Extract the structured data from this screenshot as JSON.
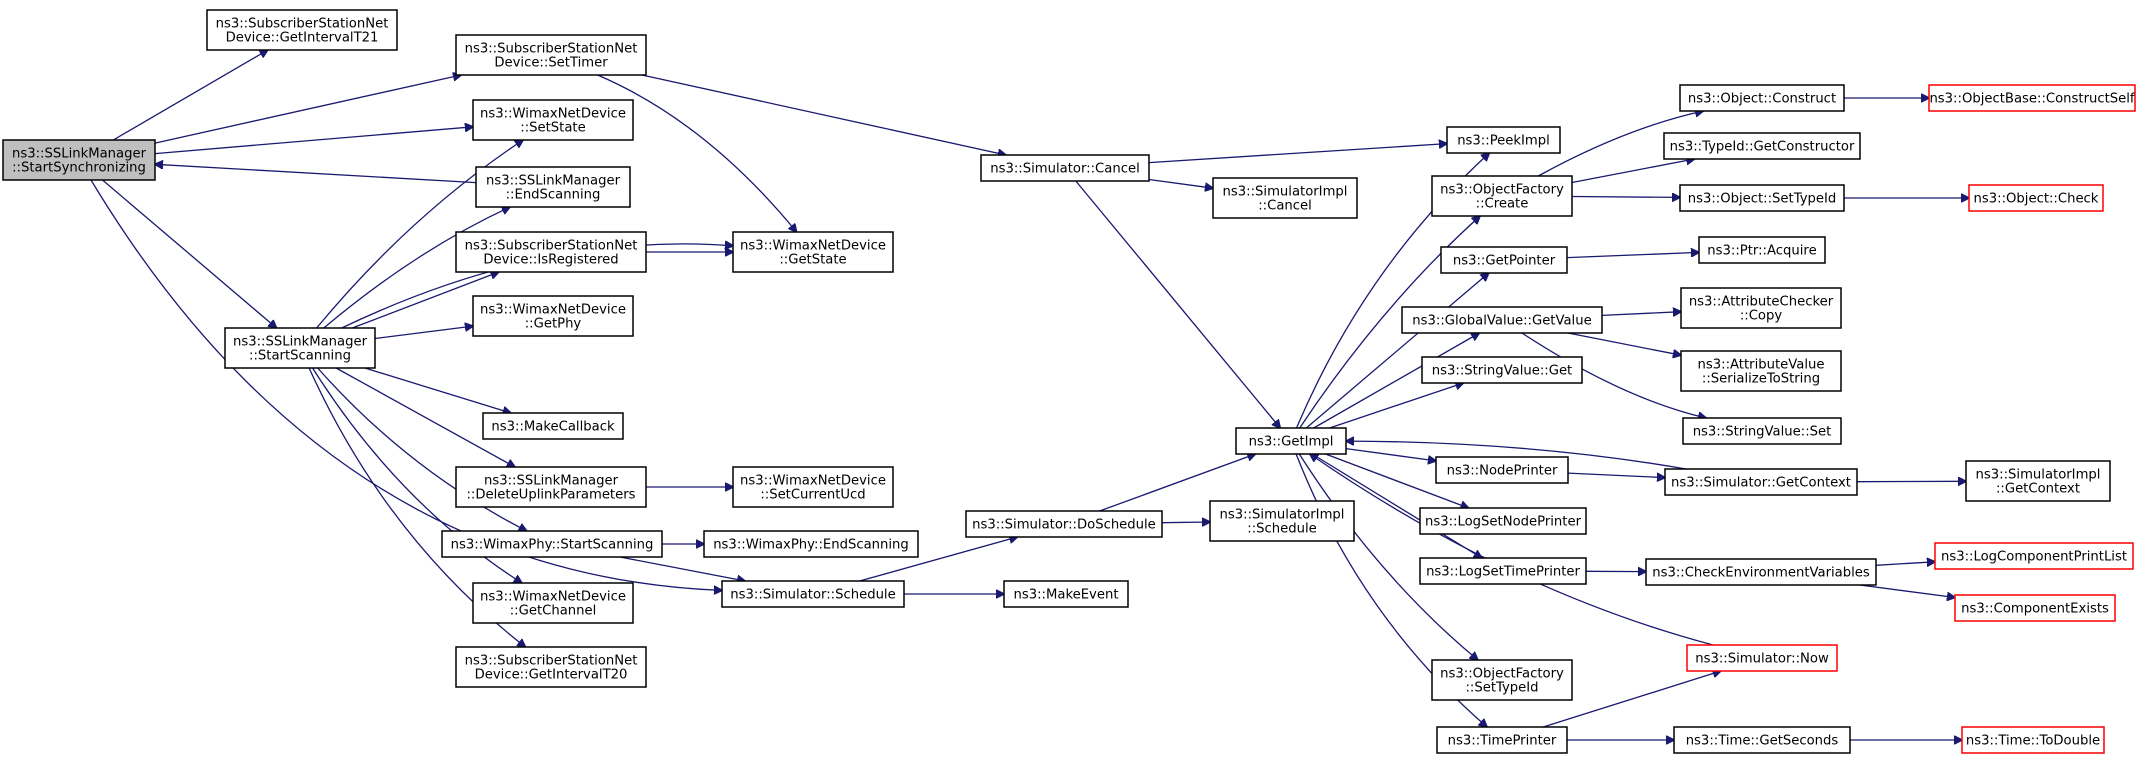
{
  "diagram": {
    "title": "",
    "colors": {
      "edge": "#191970",
      "root_fill": "#bfbfbf",
      "node_fill": "#ffffff",
      "node_border": "#000000",
      "truncated_border": "#ff0000"
    },
    "nodes": {
      "root": [
        "ns3::SSLinkManager",
        "::StartSynchronizing"
      ],
      "getIntervalT21": [
        "ns3::SubscriberStationNet",
        "Device::GetIntervalT21"
      ],
      "setTimer": [
        "ns3::SubscriberStationNet",
        "Device::SetTimer"
      ],
      "setState": [
        "ns3::WimaxNetDevice",
        "::SetState"
      ],
      "endScanning": [
        "ns3::SSLinkManager",
        "::EndScanning"
      ],
      "isRegistered": [
        "ns3::SubscriberStationNet",
        "Device::IsRegistered"
      ],
      "getState": [
        "ns3::WimaxNetDevice",
        "::GetState"
      ],
      "getPhy": [
        "ns3::WimaxNetDevice",
        "::GetPhy"
      ],
      "startScanning": [
        "ns3::SSLinkManager",
        "::StartScanning"
      ],
      "makeCallback": [
        "ns3::MakeCallback"
      ],
      "deleteUplink": [
        "ns3::SSLinkManager",
        "::DeleteUplinkParameters"
      ],
      "setCurrentUcd": [
        "ns3::WimaxNetDevice",
        "::SetCurrentUcd"
      ],
      "phyStartScanning": [
        "ns3::WimaxPhy::StartScanning"
      ],
      "phyEndScanning": [
        "ns3::WimaxPhy::EndScanning"
      ],
      "getChannel": [
        "ns3::WimaxNetDevice",
        "::GetChannel"
      ],
      "getIntervalT20": [
        "ns3::SubscriberStationNet",
        "Device::GetIntervalT20"
      ],
      "simSchedule": [
        "ns3::Simulator::Schedule"
      ],
      "makeEvent": [
        "ns3::MakeEvent"
      ],
      "simCancel": [
        "ns3::Simulator::Cancel"
      ],
      "implCancel": [
        "ns3::SimulatorImpl",
        "::Cancel"
      ],
      "doSchedule": [
        "ns3::Simulator::DoSchedule"
      ],
      "implSchedule": [
        "ns3::SimulatorImpl",
        "::Schedule"
      ],
      "getImpl": [
        "ns3::GetImpl"
      ],
      "peekImpl": [
        "ns3::PeekImpl"
      ],
      "ofCreate": [
        "ns3::ObjectFactory",
        "::Create"
      ],
      "getPointer": [
        "ns3::GetPointer"
      ],
      "gvGetValue": [
        "ns3::GlobalValue::GetValue"
      ],
      "svGet": [
        "ns3::StringValue::Get"
      ],
      "nodePrinter": [
        "ns3::NodePrinter"
      ],
      "logSetNodePrinter": [
        "ns3::LogSetNodePrinter"
      ],
      "logSetTimePrinter": [
        "ns3::LogSetTimePrinter"
      ],
      "ofSetTypeId": [
        "ns3::ObjectFactory",
        "::SetTypeId"
      ],
      "timePrinter": [
        "ns3::TimePrinter"
      ],
      "objConstruct": [
        "ns3::Object::Construct"
      ],
      "objBaseConstructSelf": [
        "ns3::ObjectBase::ConstructSelf"
      ],
      "typeIdGetConstructor": [
        "ns3::TypeId::GetConstructor"
      ],
      "objSetTypeId": [
        "ns3::Object::SetTypeId"
      ],
      "objCheck": [
        "ns3::Object::Check"
      ],
      "ptrAcquire": [
        "ns3::Ptr::Acquire"
      ],
      "attrCheckerCopy": [
        "ns3::AttributeChecker",
        "::Copy"
      ],
      "attrValueSerialize": [
        "ns3::AttributeValue",
        "::SerializeToString"
      ],
      "svSet": [
        "ns3::StringValue::Set"
      ],
      "simGetContext": [
        "ns3::Simulator::GetContext"
      ],
      "implGetContext": [
        "ns3::SimulatorImpl",
        "::GetContext"
      ],
      "checkEnv": [
        "ns3::CheckEnvironmentVariables"
      ],
      "logComponentPrintList": [
        "ns3::LogComponentPrintList"
      ],
      "componentExists": [
        "ns3::ComponentExists"
      ],
      "simNow": [
        "ns3::Simulator::Now"
      ],
      "timeGetSeconds": [
        "ns3::Time::GetSeconds"
      ],
      "timeToDouble": [
        "ns3::Time::ToDouble"
      ]
    }
  }
}
